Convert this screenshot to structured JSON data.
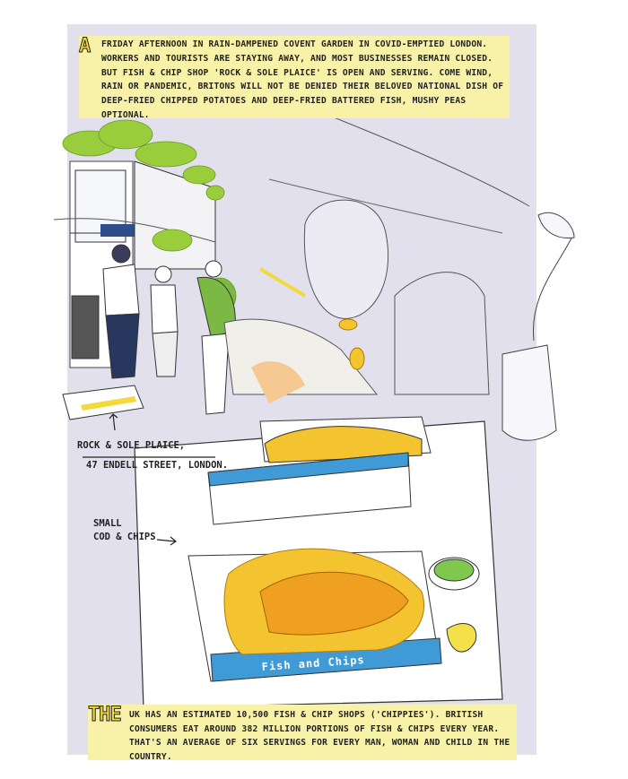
{
  "intro": {
    "drop_cap": "A",
    "text": "Friday afternoon in rain-dampened Covent Garden in Covid-emptied London. Workers and tourists are staying away, and most businesses remain closed. But fish & chip shop 'Rock & Sole Plaice' is open and serving. Come wind, rain or pandemic, Britons will not be denied their beloved national dish of deep-fried chipped potatoes and deep-fried battered fish, mushy peas optional."
  },
  "annotations": {
    "shop_name": "Rock & Sole Plaice,",
    "shop_address": "47 Endell Street, London.",
    "dish_line1": "Small",
    "dish_line2": "cod & chips"
  },
  "box_label": "Fish and Chips",
  "outro": {
    "drop_word": "THE",
    "text": "UK has an estimated 10,500 fish & chip shops ('chippies'). British consumers eat around 382 million portions of fish & chips every year. That's an average of six servings for every man, woman and child in the country."
  },
  "colors": {
    "panel": "#e3e0ee",
    "caption": "#f8f1a8",
    "batter": "#f0a020",
    "box_blue": "#3f9ad6",
    "foliage": "#9acd3c",
    "peas": "#7ec850"
  }
}
